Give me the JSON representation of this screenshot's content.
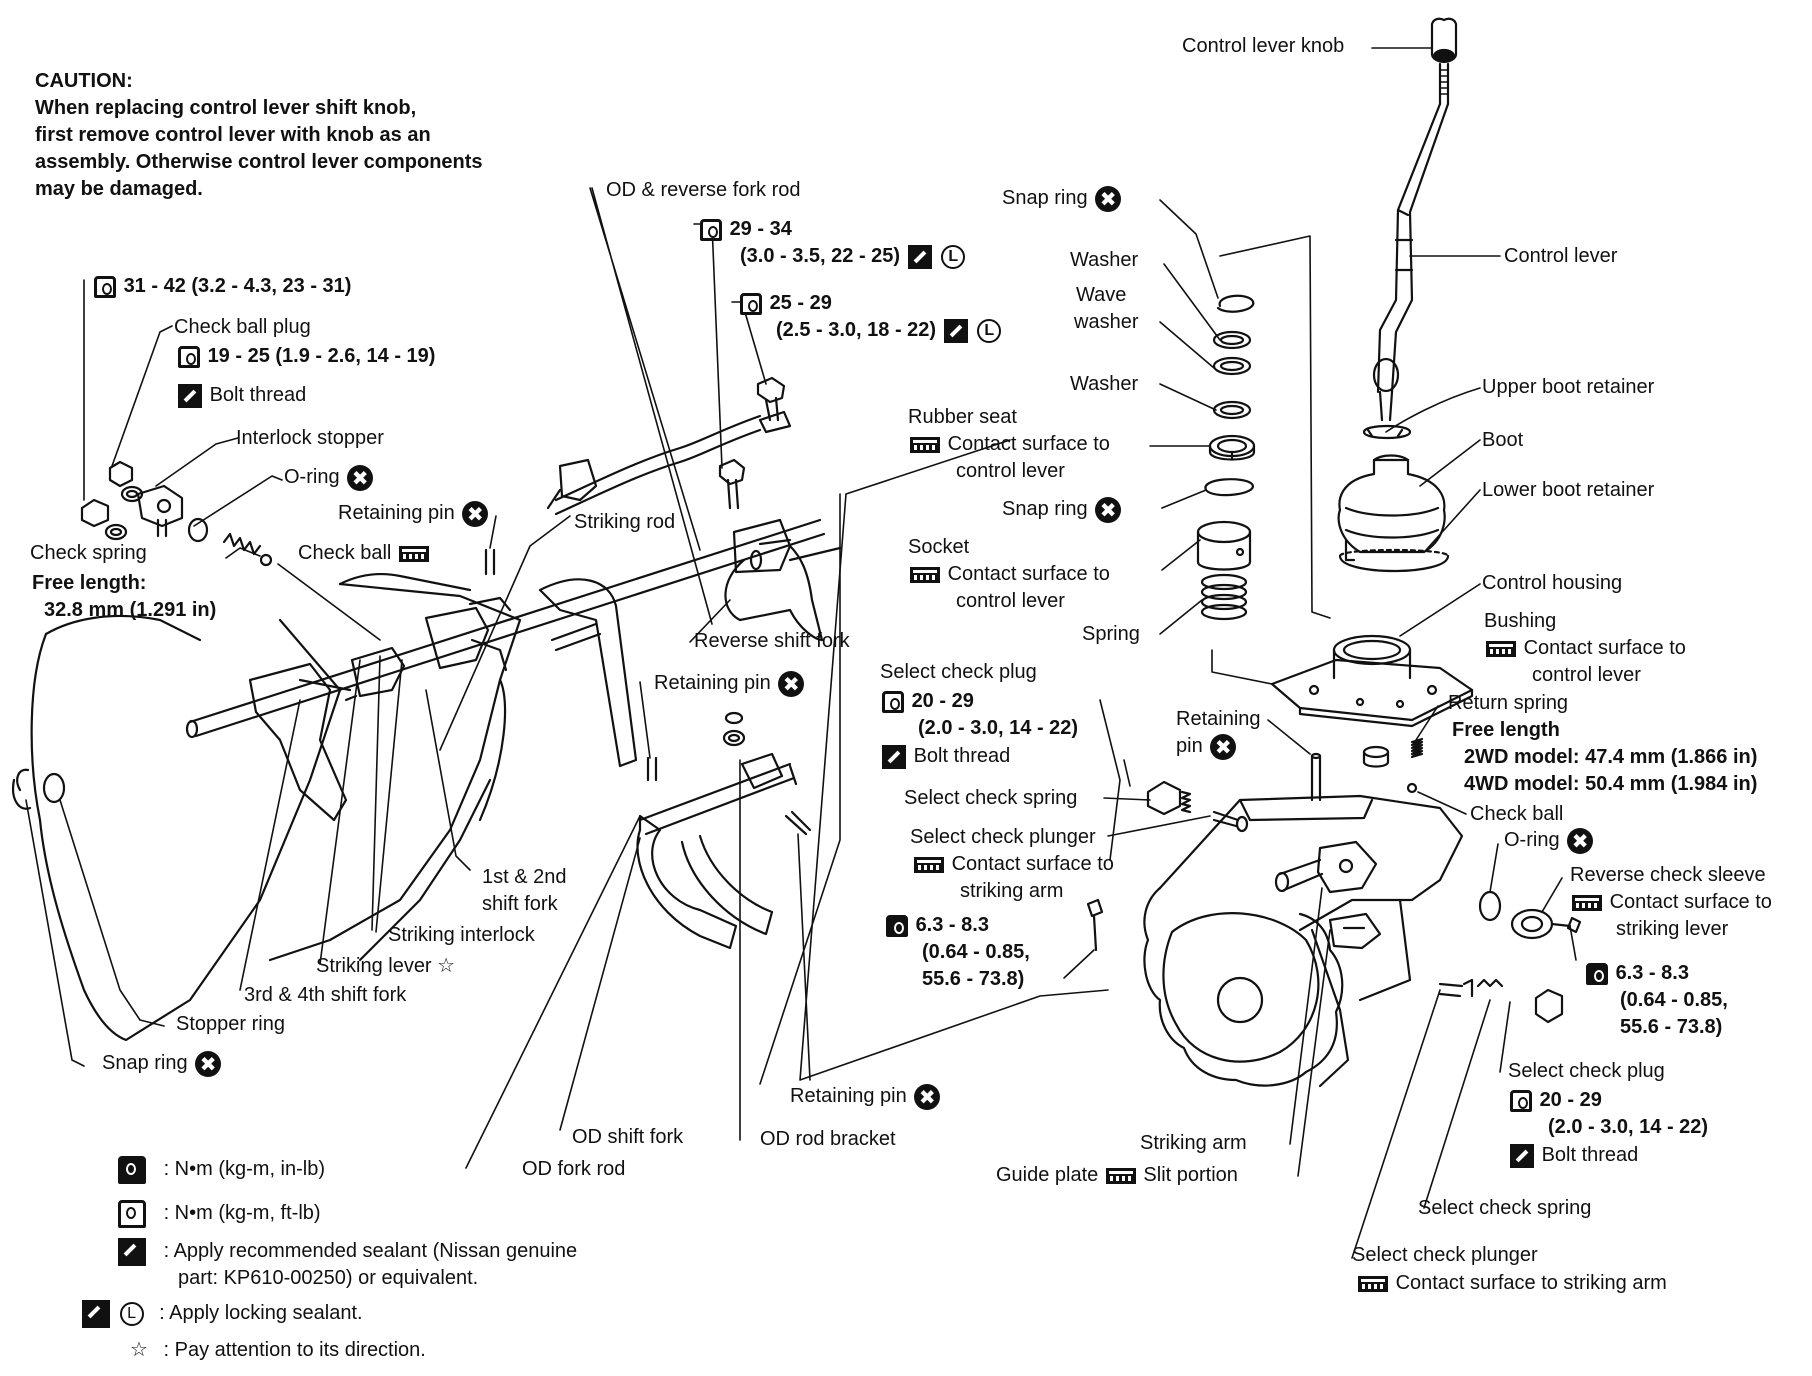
{
  "caution": {
    "title": "CAUTION:",
    "lines": [
      "When replacing control lever shift knob,",
      "first remove control lever with knob as an",
      "assembly. Otherwise control lever components",
      "may be damaged."
    ]
  },
  "labels": {
    "control_lever_knob": "Control lever knob",
    "control_lever": "Control lever",
    "upper_boot_retainer": "Upper boot retainer",
    "boot": "Boot",
    "lower_boot_retainer": "Lower boot retainer",
    "control_housing": "Control housing",
    "bushing": "Bushing",
    "contact_surface": "Contact surface to",
    "control_lever_lc": "control lever",
    "return_spring": "Return spring",
    "free_length": "Free length",
    "free_length_colon": "Free length:",
    "return_spring_2wd": "2WD model: 47.4 mm (1.866 in)",
    "return_spring_4wd": "4WD model: 50.4 mm (1.984 in)",
    "check_ball": "Check ball",
    "o_ring": "O-ring",
    "reverse_check_sleeve": "Reverse check sleeve",
    "striking_lever_lc": "striking lever",
    "torque_63": "6.3 - 8.3",
    "torque_064": "(0.64 - 0.85,",
    "torque_556": "55.6 - 73.8)",
    "select_check_plug": "Select check plug",
    "torque_20": "20 - 29",
    "torque_20_paren": "(2.0 - 3.0, 14 - 22)",
    "bolt_thread": "Bolt thread",
    "select_check_spring": "Select check spring",
    "select_check_plunger": "Select check plunger",
    "contact_striking_arm": "Contact surface to striking arm",
    "striking_arm_lc": "striking arm",
    "striking_arm": "Striking arm",
    "guide_plate": "Guide plate",
    "slit_portion": "Slit portion",
    "retaining_pin": "Retaining pin",
    "retaining": "Retaining",
    "pin": "pin",
    "snap_ring": "Snap ring",
    "washer": "Washer",
    "wave": "Wave",
    "washer_lc": "washer",
    "rubber_seat": "Rubber seat",
    "socket": "Socket",
    "spring": "Spring",
    "od_reverse_fork_rod": "OD & reverse fork rod",
    "torque_29": "29 - 34",
    "torque_29_paren": "(3.0 - 3.5, 22 - 25)",
    "torque_25": "25 - 29",
    "torque_25_paren": "(2.5 - 3.0, 18 - 22)",
    "torque_31": "31 - 42 (3.2 - 4.3, 23 - 31)",
    "check_ball_plug": "Check ball plug",
    "torque_19": "19 - 25 (1.9 - 2.6, 14 - 19)",
    "interlock_stopper": "Interlock stopper",
    "striking_rod": "Striking rod",
    "check_spring": "Check spring",
    "check_spring_len": "32.8 mm (1.291 in)",
    "reverse_shift_fork": "Reverse shift fork",
    "first_second": "1st & 2nd",
    "shift_fork": "shift fork",
    "striking_interlock": "Striking interlock",
    "striking_lever": "Striking lever",
    "third_fourth": "3rd & 4th shift fork",
    "stopper_ring": "Stopper ring",
    "od_shift_fork": "OD shift fork",
    "od_rod_bracket": "OD rod bracket",
    "od_fork_rod": "OD fork rod"
  },
  "legend": {
    "nm_inlb": ": N•m (kg-m, in-lb)",
    "nm_ftlb": ": N•m (kg-m, ft-lb)",
    "sealant_1": ": Apply recommended sealant (Nissan genuine",
    "sealant_2": "part: KP610-00250) or equivalent.",
    "locking": ": Apply locking sealant.",
    "direction": ": Pay attention to its direction."
  },
  "symbols": {
    "x_mark": "✖",
    "locking_letter": "L",
    "star": "☆"
  }
}
